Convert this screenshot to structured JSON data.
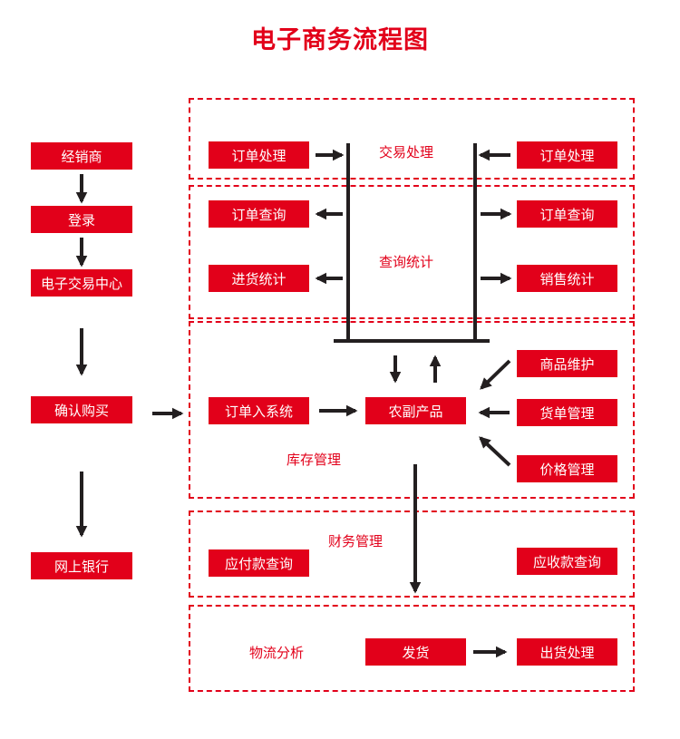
{
  "title": "电子商务流程图",
  "left_column": {
    "dealer": "经销商",
    "login": "登录",
    "trade_center": "电子交易中心",
    "confirm_purchase": "确认购买",
    "online_bank": "网上银行"
  },
  "section_trade": {
    "label": "交易处理",
    "order_left": "订单处理",
    "order_right": "订单处理"
  },
  "section_query": {
    "label": "查询统计",
    "order_query_left": "订单查询",
    "order_query_right": "订单查询",
    "purchase_stats": "进货统计",
    "sales_stats": "销售统计"
  },
  "section_inventory": {
    "label": "库存管理",
    "order_entry": "订单入系统",
    "agri_products": "农副产品",
    "product_maintenance": "商品维护",
    "bill_management": "货单管理",
    "price_management": "价格管理"
  },
  "section_finance": {
    "label": "财务管理",
    "payable_query": "应付款查询",
    "receivable_query": "应收款查询"
  },
  "section_logistics": {
    "label": "物流分析",
    "shipping": "发货",
    "shipping_processing": "出货处理"
  },
  "colors": {
    "accent": "#e2001a",
    "arrow": "#231f20"
  }
}
